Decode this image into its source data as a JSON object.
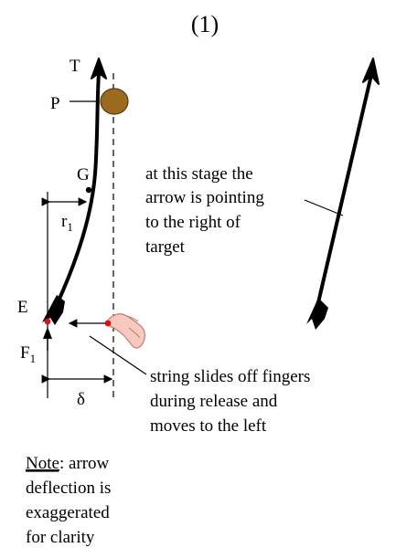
{
  "figure_number": "(1)",
  "labels": {
    "target": "T",
    "pivot": "P",
    "center_of_gravity": "G",
    "radius_main": "r",
    "radius_sub": "1",
    "end": "E",
    "force_main": "F",
    "force_sub": "1",
    "deflection": "δ"
  },
  "stage_annotation": [
    "at this stage the",
    "arrow is pointing",
    "to the right of",
    "target"
  ],
  "string_annotation": [
    "string slides off fingers",
    "during release and",
    "moves to the left"
  ],
  "note": {
    "heading": "Note",
    "heading_suffix": ": arrow",
    "lines": [
      "deflection is",
      "exaggerated",
      "for clarity"
    ]
  },
  "colors": {
    "pivot_fill": "#9b6a1f",
    "pivot_stroke": "#5a3a0a",
    "finger_fill": "#f6c9c0",
    "finger_stroke": "#c27a6e",
    "contact_dot": "#e01010"
  }
}
